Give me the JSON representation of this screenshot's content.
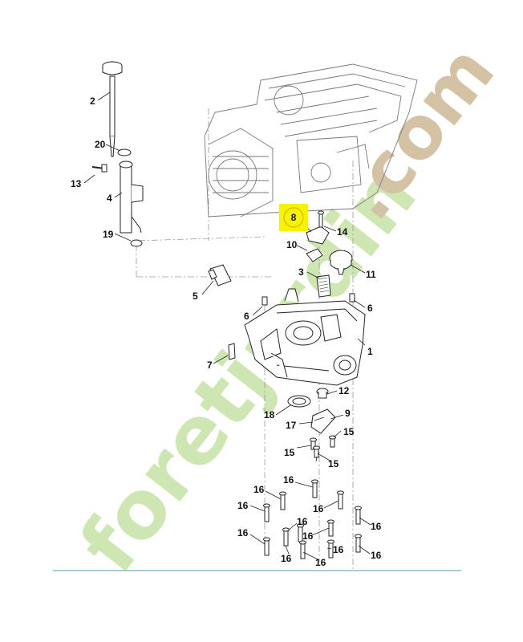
{
  "watermark": {
    "text_main": "foretjardin",
    "text_dot": ".com",
    "colors": {
      "green": "#c6e3a4",
      "brown": "#cdb894"
    }
  },
  "highlight": {
    "label": "8",
    "fill": "#f7f300",
    "ring": "#d8b400"
  },
  "callouts": {
    "c2": "2",
    "c20": "20",
    "c13": "13",
    "c4": "4",
    "c19": "19",
    "c5": "5",
    "c8": "8",
    "c14": "14",
    "c10": "10",
    "c3": "3",
    "c11": "11",
    "c6a": "6",
    "c6b": "6",
    "c1": "1",
    "c7": "7",
    "c12": "12",
    "c18": "18",
    "c17": "17",
    "c9": "9",
    "c15a": "15",
    "c15b": "15",
    "c15c": "15",
    "c16a": "16",
    "c16b": "16",
    "c16c": "16",
    "c16d": "16",
    "c16e": "16",
    "c16f": "16",
    "c16g": "16",
    "c16h": "16",
    "c16i": "16",
    "c16j": "16",
    "c16k": "16",
    "c16l": "16"
  },
  "colors": {
    "line": "#222222",
    "phantom": "#9a9a9a",
    "bottom_rule": "#4f9fa9"
  }
}
